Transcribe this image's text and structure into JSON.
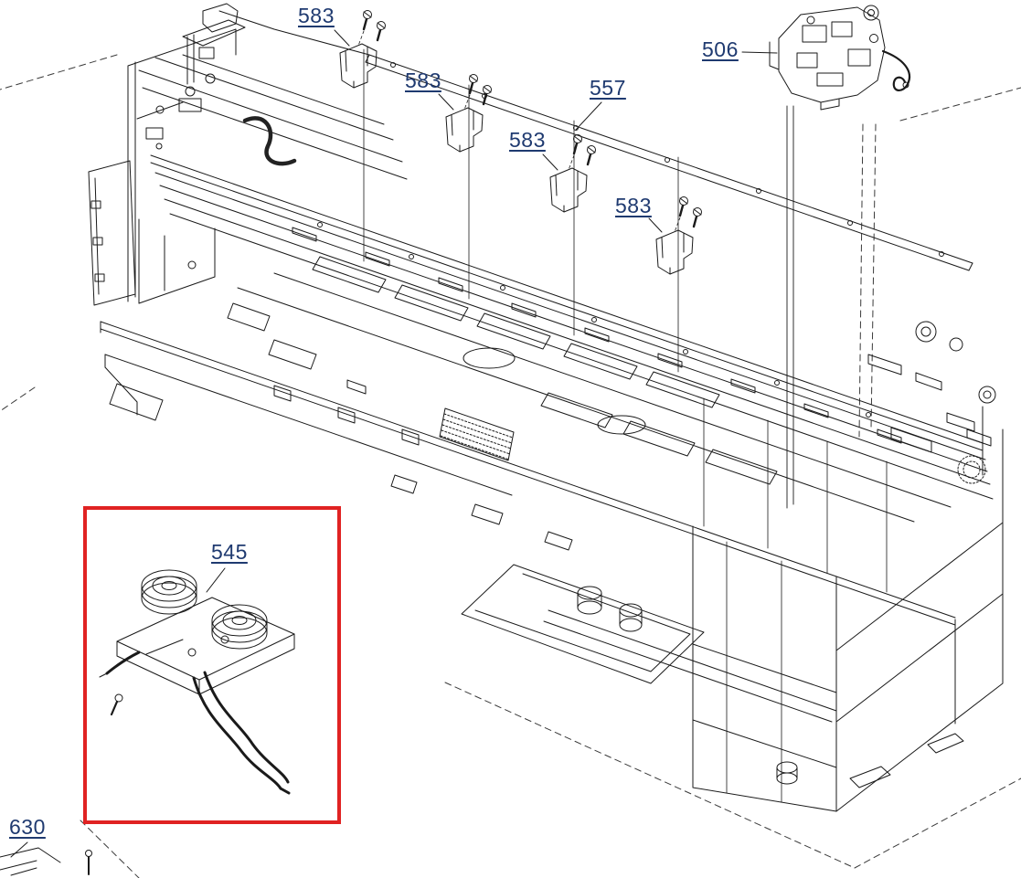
{
  "callouts": [
    {
      "label": "583"
    },
    {
      "label": "583"
    },
    {
      "label": "583"
    },
    {
      "label": "583"
    },
    {
      "label": "557"
    },
    {
      "label": "506"
    },
    {
      "label": "545",
      "highlighted": true
    },
    {
      "label": "630"
    }
  ],
  "colors": {
    "background": "#ffffff",
    "line": "#1a1a1a",
    "callout_text": "#1f3a70",
    "highlight_box": "#e02222"
  }
}
